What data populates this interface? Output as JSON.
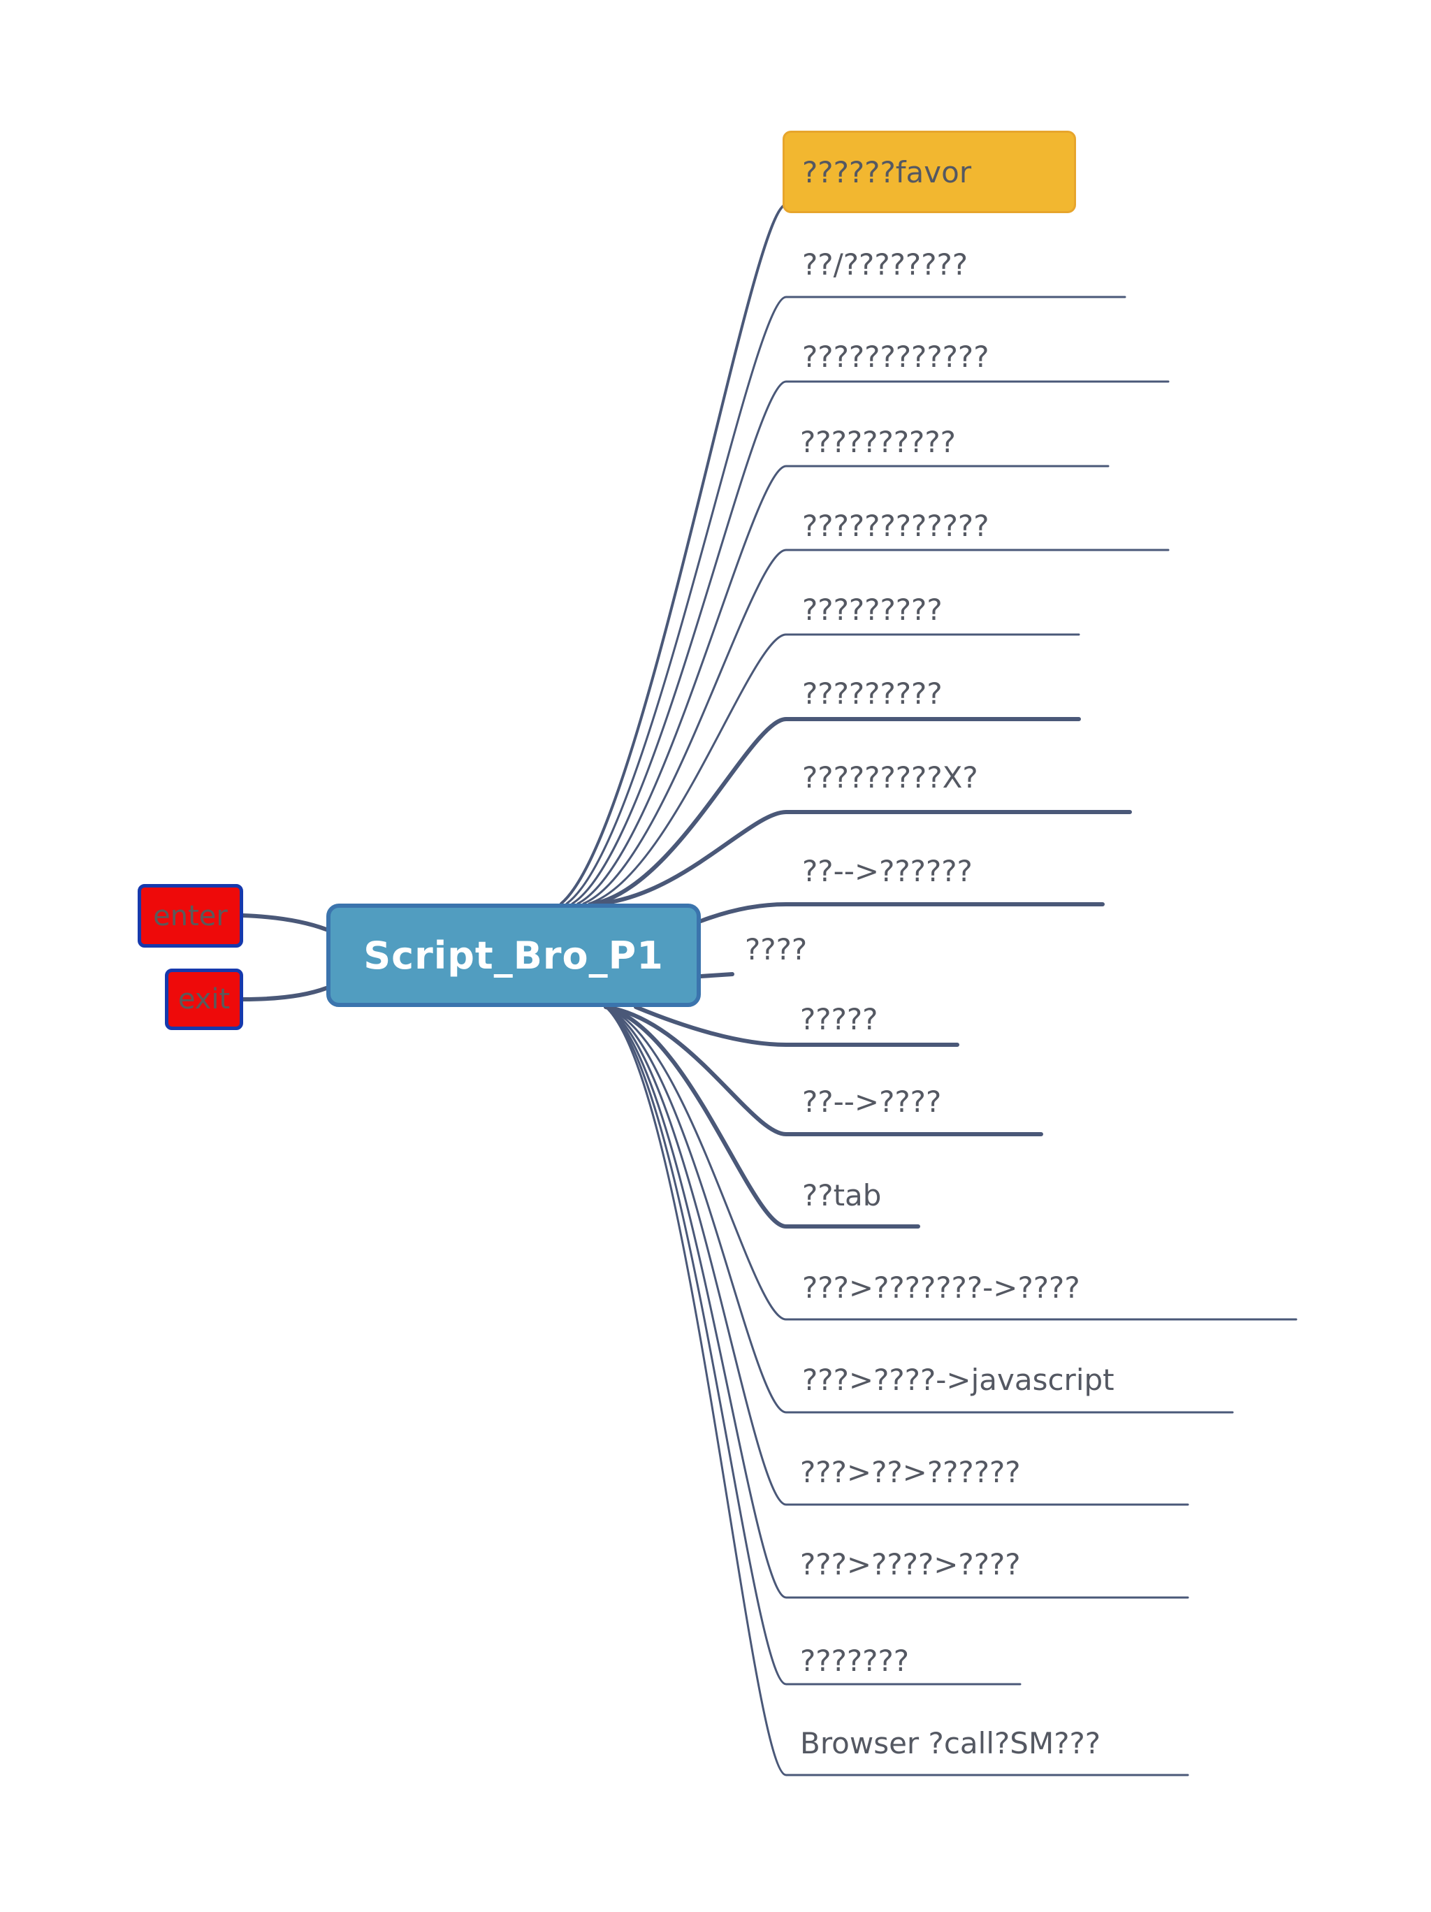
{
  "central": {
    "label": "Script_Bro_P1"
  },
  "left_tags": [
    {
      "label": "enter"
    },
    {
      "label": "exit"
    }
  ],
  "branches": [
    {
      "label": "??????favor",
      "highlighted": true
    },
    {
      "label": "??/????????"
    },
    {
      "label": "????????????"
    },
    {
      "label": "??????????"
    },
    {
      "label": "????????????"
    },
    {
      "label": "?????????"
    },
    {
      "label": "?????????"
    },
    {
      "label": "?????????X?"
    },
    {
      "label": "??-->??????"
    },
    {
      "label": "????"
    },
    {
      "label": "?????"
    },
    {
      "label": "??-->????"
    },
    {
      "label": "??tab"
    },
    {
      "label": "???>???????->????"
    },
    {
      "label": "???>????->javascript"
    },
    {
      "label": "???>??>??????"
    },
    {
      "label": "???>????>????"
    },
    {
      "label": "???????"
    },
    {
      "label": "Browser ?call?SM???"
    }
  ],
  "colors": {
    "connector": "#4a5878",
    "central_fill": "#519dc0",
    "central_border": "#3b74ad",
    "highlight_fill": "#f2b730",
    "tag_fill": "#ee0a0a",
    "tag_border": "#1639ad",
    "topic_text": "#545862"
  }
}
